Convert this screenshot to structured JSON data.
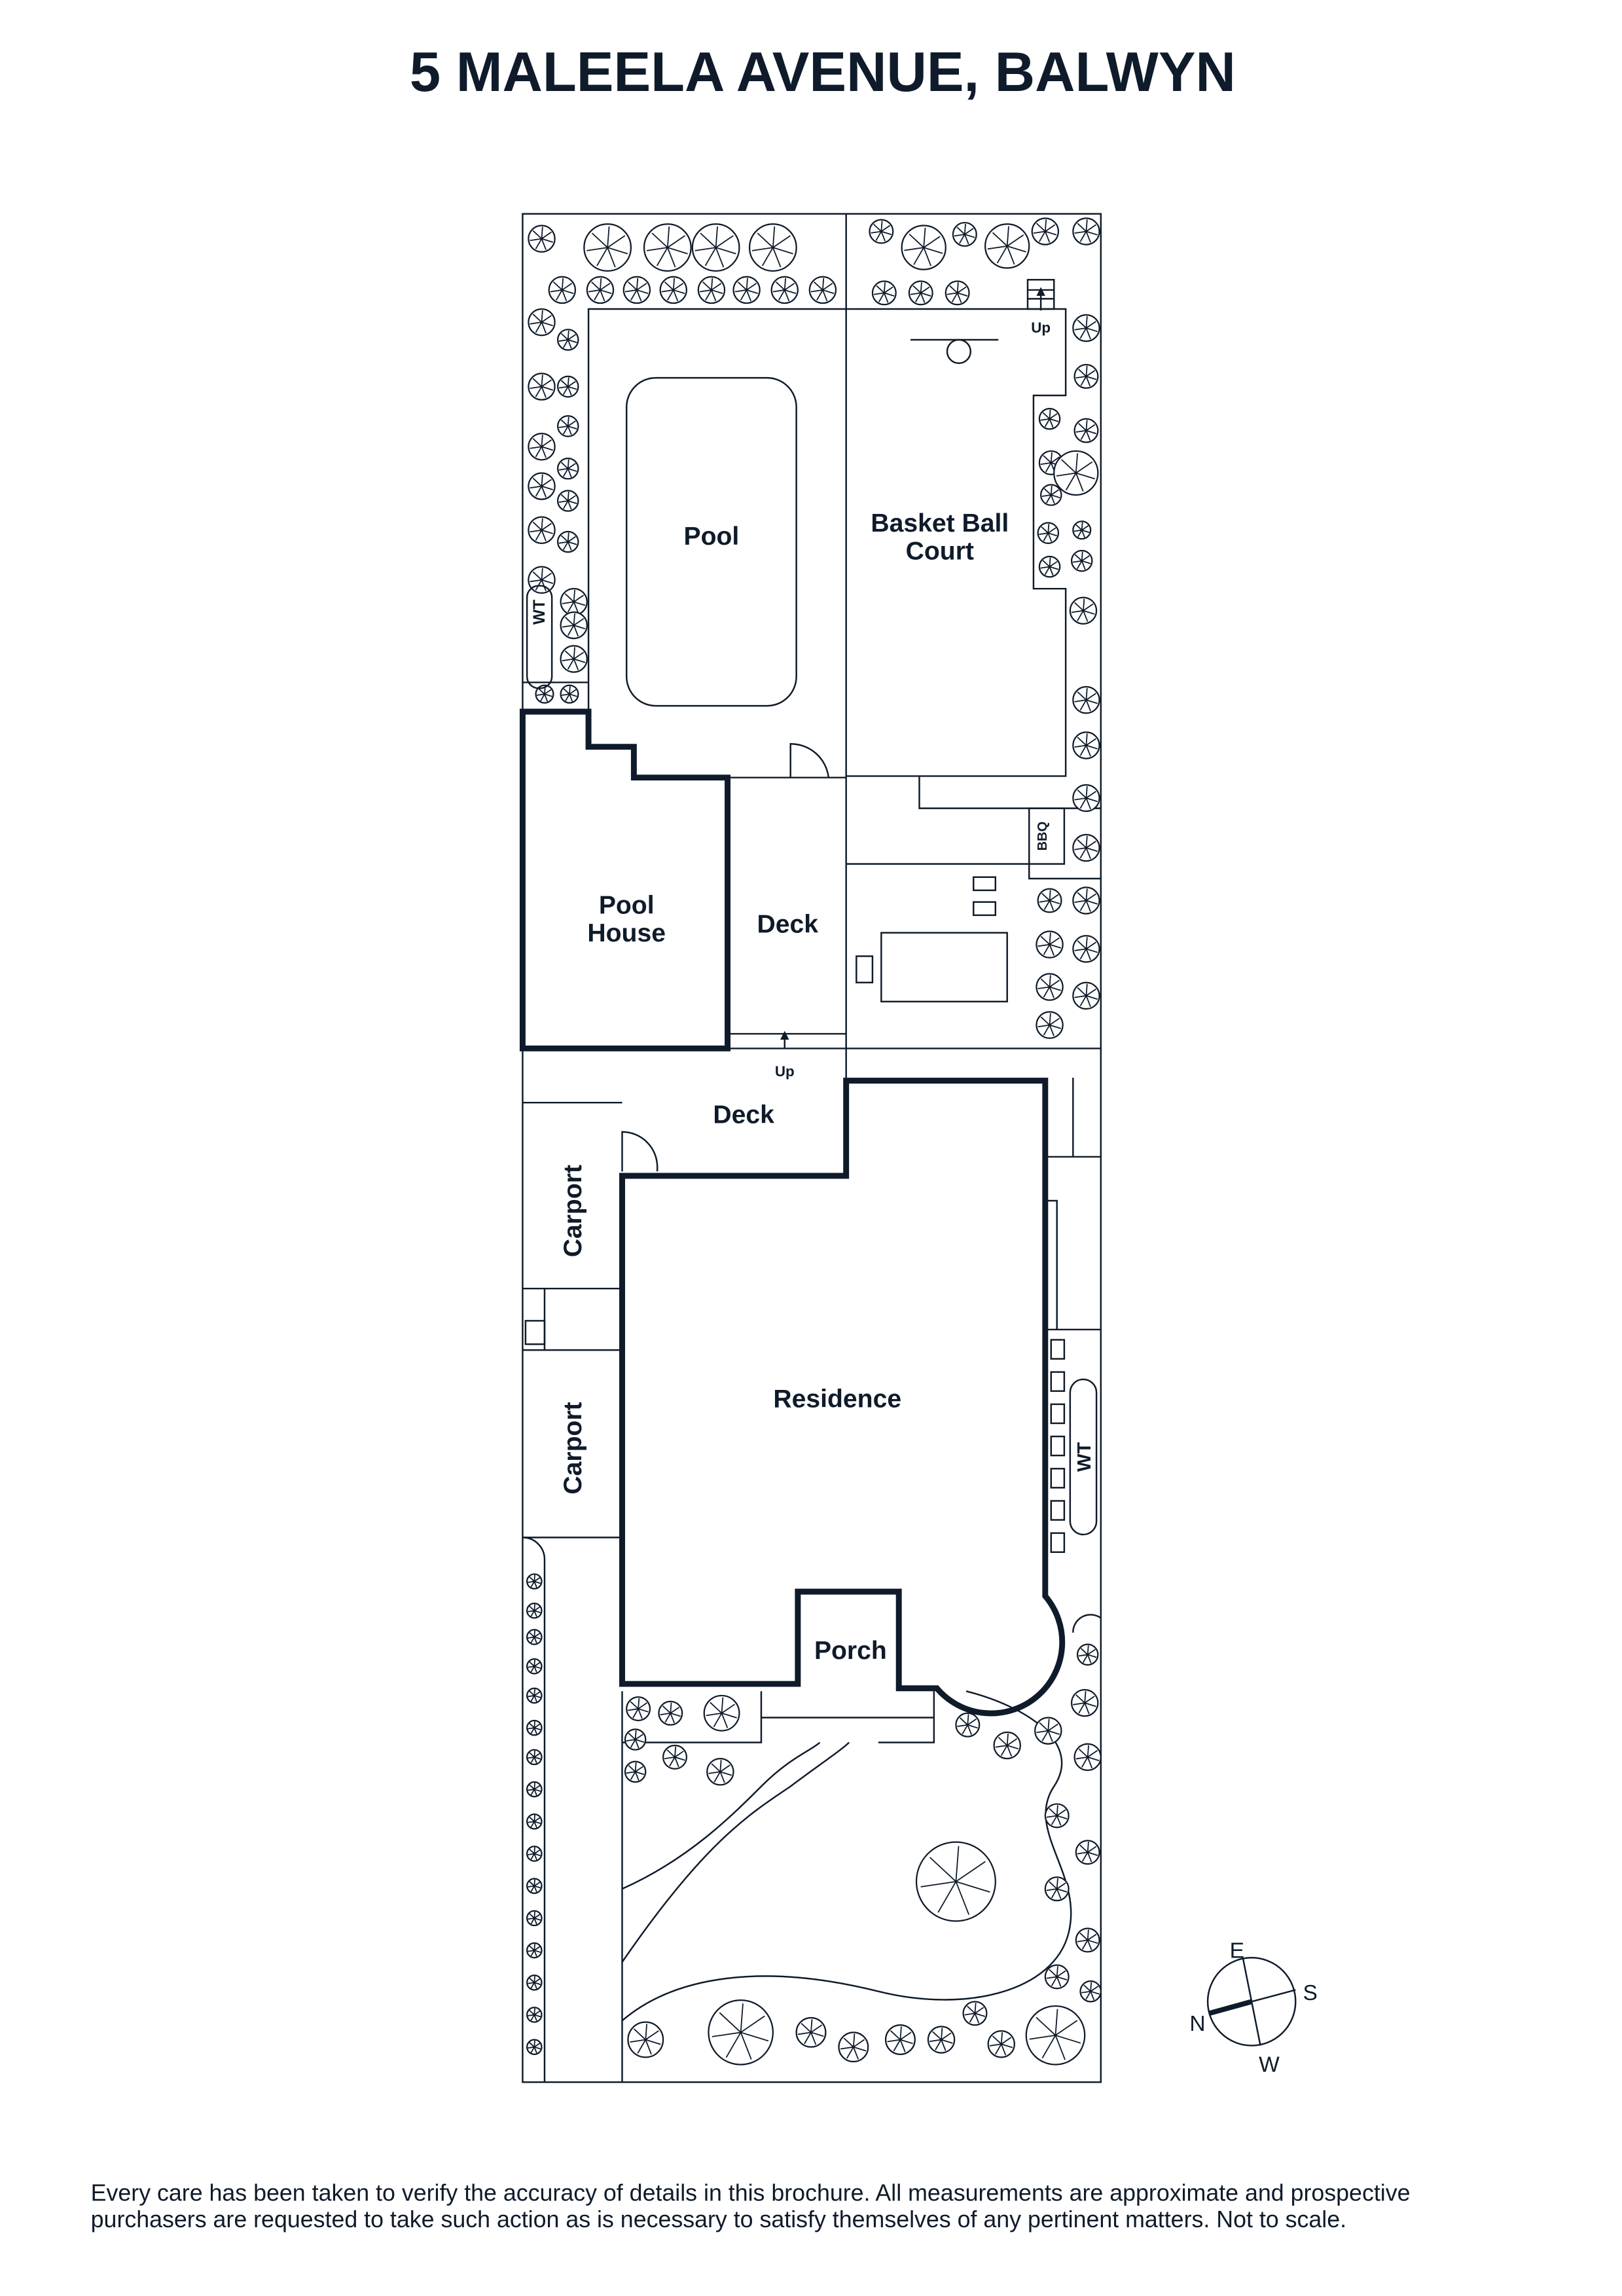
{
  "title": "5 MALEELA AVENUE, BALWYN",
  "rooms": {
    "pool": "Pool",
    "basketball_1": "Basket Ball",
    "basketball_2": "Court",
    "pool_house_1": "Pool",
    "pool_house_2": "House",
    "deck_upper": "Deck",
    "deck_lower": "Deck",
    "carport_1": "Carport",
    "carport_2": "Carport",
    "residence": "Residence",
    "porch": "Porch",
    "bbq": "BBQ",
    "wt_left": "WT",
    "wt_right": "WT",
    "up_1": "Up",
    "up_2": "Up"
  },
  "compass": {
    "n": "N",
    "e": "E",
    "s": "S",
    "w": "W"
  },
  "disclaimer": {
    "line1": "Every care has been taken to verify the accuracy of details in this brochure. All measurements are approximate and prospective",
    "line2": "purchasers are requested to take such action as is necessary to satisfy themselves of any pertinent matters. Not to scale."
  }
}
